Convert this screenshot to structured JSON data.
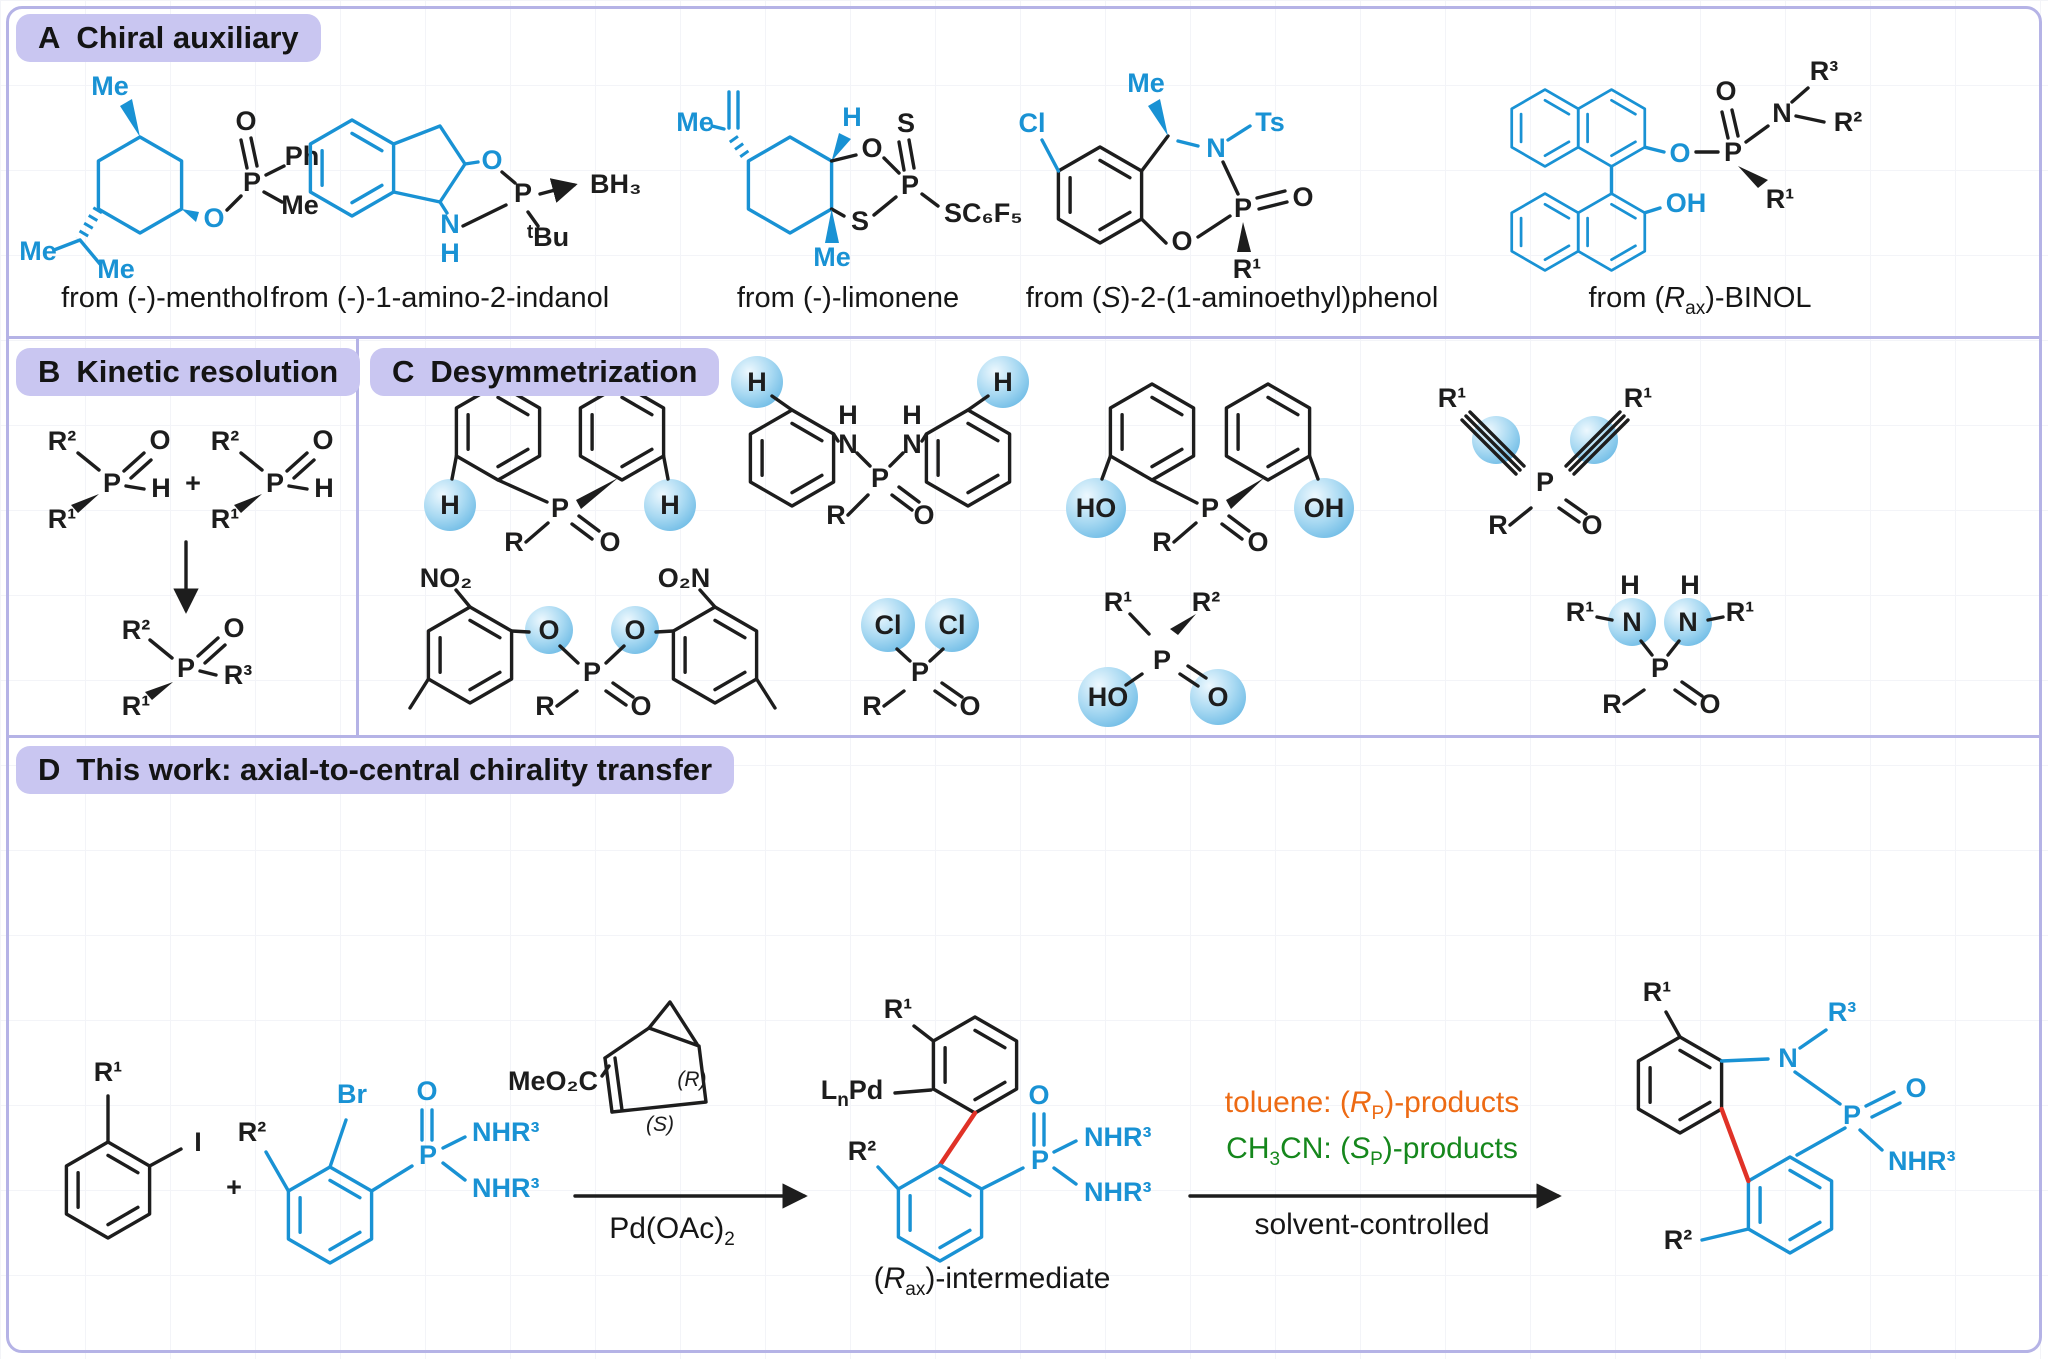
{
  "figure": {
    "border_color": "#b5b3e6",
    "badge_bg": "#c9c6f1",
    "blue": "#1992d4",
    "black": "#1d1d1d",
    "red": "#e03227",
    "orange": "#ed6a13",
    "green": "#15871c",
    "highlight_blue": "#a8d9f2"
  },
  "panelA": {
    "badge": {
      "letter": "A",
      "title": "Chiral auxiliary"
    },
    "menthol": {
      "caption": "from (-)-menthol",
      "me_top": "Me",
      "me_left": "Me",
      "me_down": "Me",
      "o_link": "O",
      "p": "P",
      "o_dbl": "O",
      "ph": "Ph",
      "me_p": "Me"
    },
    "indanol": {
      "caption": "from (-)-1-amino-2-indanol",
      "o": "O",
      "n": "N",
      "h": "H",
      "p": "P",
      "tbu": {
        "sup": "t",
        "base": "Bu"
      },
      "bh3": "BH₃"
    },
    "limonene": {
      "caption": "from (-)-limonene",
      "me_vinyl": "Me",
      "h": "H",
      "o": "O",
      "s_ring": "S",
      "p": "P",
      "s_dbl": "S",
      "sc6f5": "SC₆F₅",
      "me_ring": "Me"
    },
    "aminophenol": {
      "caption": {
        "pre": "from (",
        "it": "S",
        "post": ")-2-(1-aminoethyl)phenol"
      },
      "cl": "Cl",
      "me": "Me",
      "n": "N",
      "ts": "Ts",
      "p": "P",
      "o_dbl": "O",
      "r1": "R¹",
      "o_ring": "O"
    },
    "binol": {
      "caption": {
        "pre": "from (",
        "it": "R",
        "sub": "ax",
        "post": ")-BINOL"
      },
      "o_link": "O",
      "p": "P",
      "o_dbl": "O",
      "n": "N",
      "r3": "R³",
      "r2": "R²",
      "r1": "R¹",
      "oh": "OH"
    }
  },
  "panelB": {
    "badge": {
      "letter": "B",
      "title": "Kinetic resolution"
    },
    "plus": "+",
    "r2": "R²",
    "r1": "R¹",
    "p": "P",
    "o": "O",
    "h": "H",
    "r3": "R³"
  },
  "panelC": {
    "badge": {
      "letter": "C",
      "title": "Desymmetrization"
    },
    "h": "H",
    "r": "R",
    "p": "P",
    "o": "O",
    "n": "N",
    "ho": "HO",
    "oh": "OH",
    "r1": "R¹",
    "r2": "R²",
    "cl": "Cl",
    "no2": "NO₂",
    "o2n": "O₂N"
  },
  "panelD": {
    "badge": {
      "letter": "D",
      "title": "This work: axial-to-central chirality transfer"
    },
    "plus": "+",
    "aryl_iodide": {
      "r1": "R¹",
      "i": "I"
    },
    "phosphonamide": {
      "br": "Br",
      "r2": "R²",
      "p": "P",
      "o": "O",
      "nhr3": "NHR³"
    },
    "reagent": {
      "ester": "MeO₂C",
      "r_label": "(R)",
      "s_label": "(S)"
    },
    "catalyst": {
      "pre": "Pd(OAc)",
      "sub": "2"
    },
    "intermediate": {
      "lnpd": {
        "l": "L",
        "n": "n",
        "pd": "Pd"
      },
      "r1": "R¹",
      "r2": "R²",
      "p": "P",
      "o": "O",
      "nhr3": "NHR³",
      "caption": {
        "pre": "(",
        "it": "R",
        "sub": "ax",
        "post": ")-intermediate"
      }
    },
    "conditions": {
      "orange": {
        "pre": "toluene: (",
        "it": "R",
        "sub": "P",
        "post": ")-products"
      },
      "green": {
        "pre1": "CH",
        "sub1": "3",
        "pre2": "CN: (",
        "it": "S",
        "sub2": "P",
        "post": ")-products"
      },
      "solvent": "solvent-controlled"
    },
    "product": {
      "r1": "R¹",
      "r3": "R³",
      "n": "N",
      "p": "P",
      "o": "O",
      "nhr3": "NHR³",
      "r2": "R²"
    }
  }
}
